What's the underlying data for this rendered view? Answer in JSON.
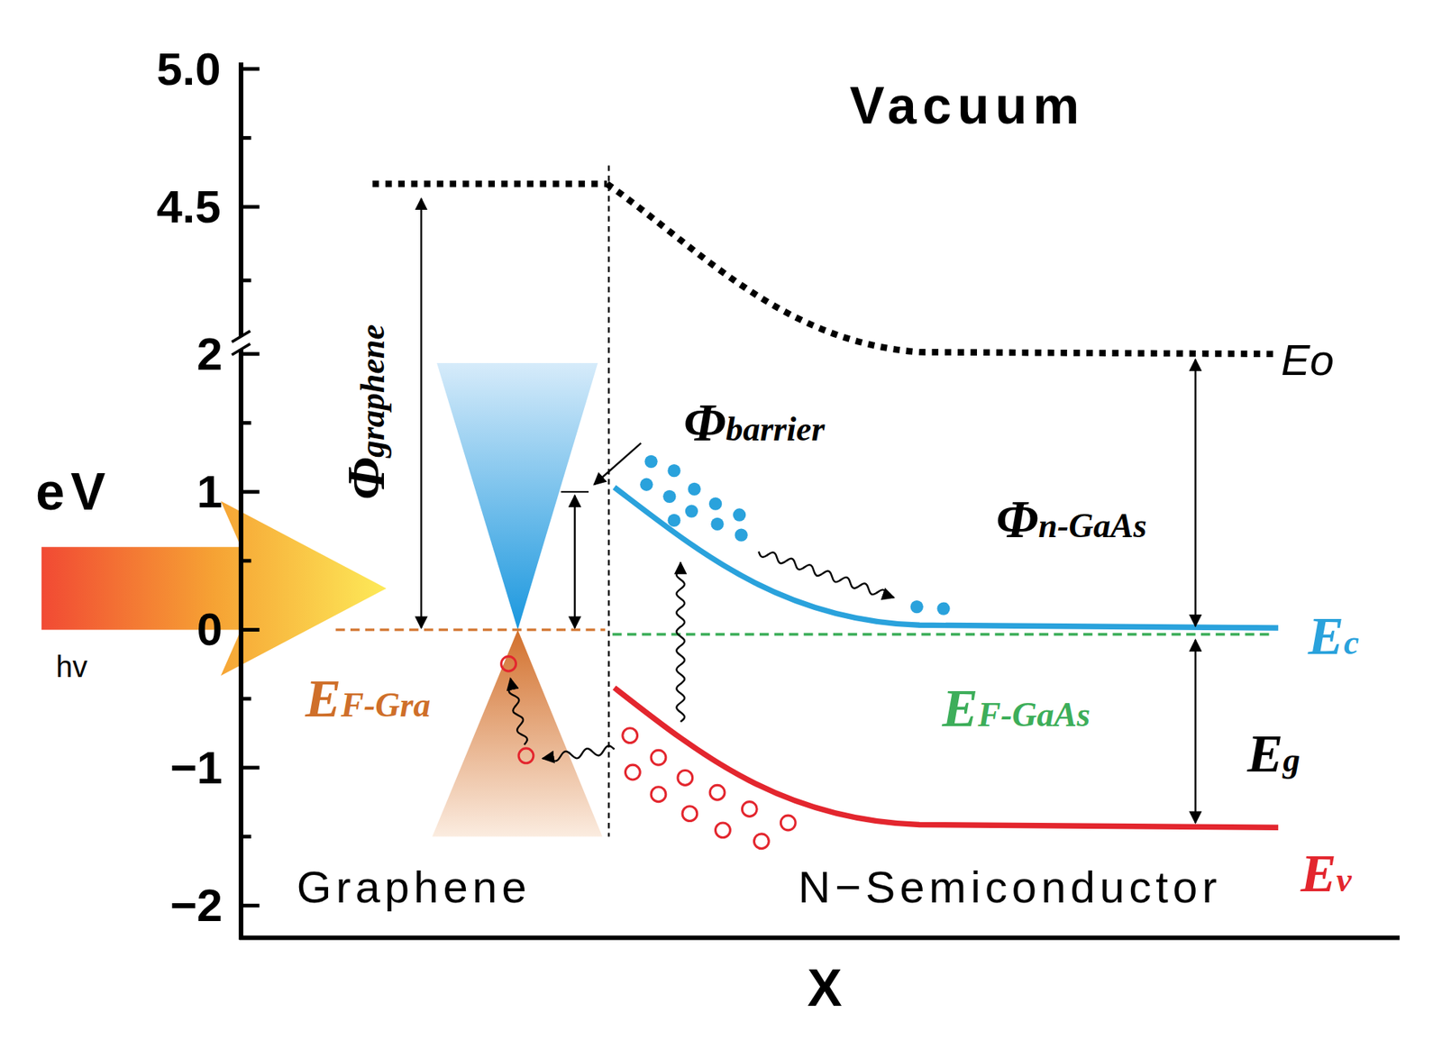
{
  "diagram": {
    "labels": [
      "5.0",
      "4.5",
      "2",
      "1",
      "0",
      "−1",
      "−2",
      "Vacuum",
      "Eo",
      "Φgraphene",
      "Φbarrier",
      "Φn-GaAs",
      "eV",
      "hv",
      "EF-Gra",
      "EF-GaAs",
      "Ec",
      "Eg",
      "Ev",
      "Graphene",
      "N−Semiconductor",
      "X"
    ]
  }
}
